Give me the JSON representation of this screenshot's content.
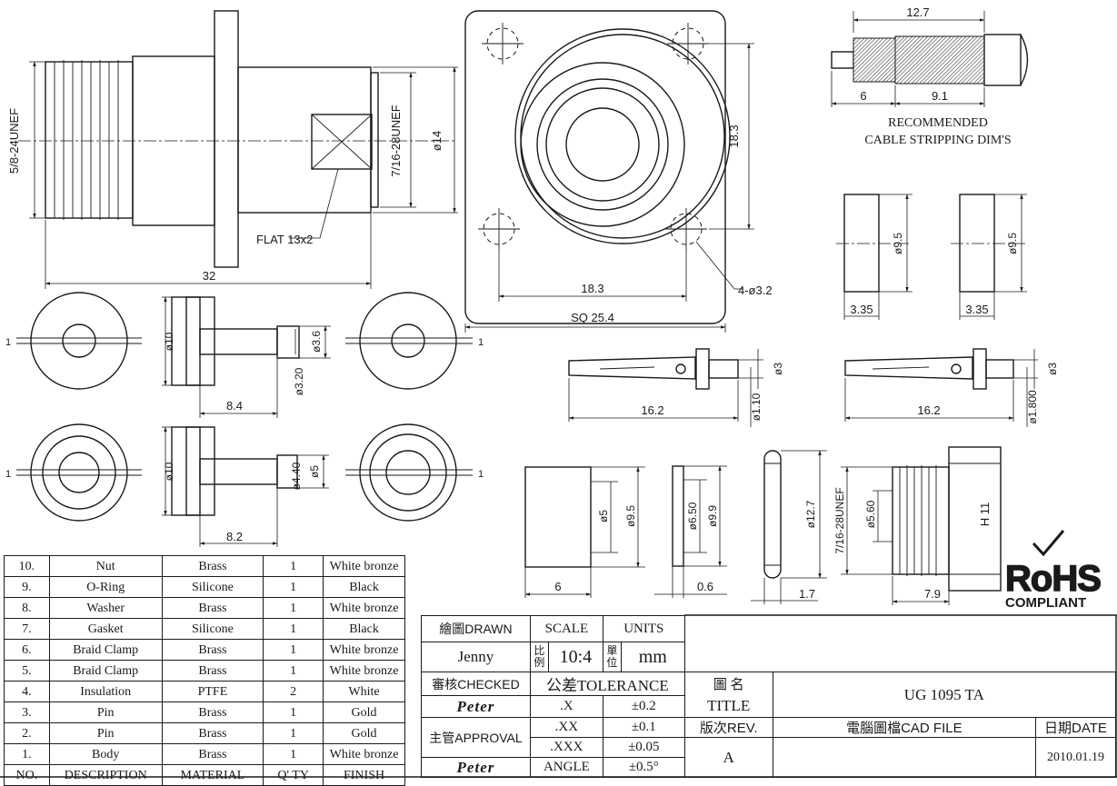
{
  "dims": {
    "thread_outer": "5/8-24UNEF",
    "thread_inner": "7/16-28UNEF",
    "dia14": "ø14",
    "flat": "FLAT 13x2",
    "length": "32",
    "sq183_v": "18.3",
    "sq183_h": "18.3",
    "sq254": "SQ 25.4",
    "holes": "4-ø3.2",
    "strip_total": "12.7",
    "strip_6": "6",
    "strip_91": "9.1",
    "stripping_l1": "RECOMMENDED",
    "stripping_l2": "CABLE STRIPPING DIM'S",
    "ins_d10a": "ø10",
    "ins_d36": "ø3.6",
    "ins_d320": "ø3.20",
    "ins_l84": "8.4",
    "ins_d10b": "ø10",
    "ins_d440": "ø4.40",
    "ins_d5": "ø5",
    "ins_l82": "8.2",
    "one": "1",
    "clamp_a_d": "ø9.5",
    "clamp_a_l": "3.35",
    "clamp_b_d": "ø9.5",
    "clamp_b_l": "3.35",
    "pin_a_d3": "ø3",
    "pin_a_d110": "ø1.10",
    "pin_a_l": "16.2",
    "pin_b_d3": "ø3",
    "pin_b_d1800": "ø1.800",
    "pin_b_l": "16.2",
    "body_d5": "ø5",
    "body_d95": "ø9.5",
    "body_l6": "6",
    "wash_d650": "ø6.50",
    "wash_d99": "ø9.9",
    "wash_l06": "0.6",
    "oring_d127": "ø12.7",
    "oring_l17": "1.7",
    "nut_thread": "7/16-28UNEF",
    "nut_d560": "ø5.60",
    "nut_h": "H 11",
    "nut_l79": "7.9"
  },
  "rohs": {
    "mark": "RoHS",
    "label": "COMPLIANT"
  },
  "bom": {
    "rows": [
      {
        "no": "10.",
        "desc": "Nut",
        "mat": "Brass",
        "qty": "1",
        "fin": "White bronze"
      },
      {
        "no": "9.",
        "desc": "O-Ring",
        "mat": "Silicone",
        "qty": "1",
        "fin": "Black"
      },
      {
        "no": "8.",
        "desc": "Washer",
        "mat": "Brass",
        "qty": "1",
        "fin": "White bronze"
      },
      {
        "no": "7.",
        "desc": "Gasket",
        "mat": "Silicone",
        "qty": "1",
        "fin": "Black"
      },
      {
        "no": "6.",
        "desc": "Braid Clamp",
        "mat": "Brass",
        "qty": "1",
        "fin": "White bronze"
      },
      {
        "no": "5.",
        "desc": "Braid Clamp",
        "mat": "Brass",
        "qty": "1",
        "fin": "White bronze"
      },
      {
        "no": "4.",
        "desc": "Insulation",
        "mat": "PTFE",
        "qty": "2",
        "fin": "White"
      },
      {
        "no": "3.",
        "desc": "Pin",
        "mat": "Brass",
        "qty": "1",
        "fin": "Gold"
      },
      {
        "no": "2.",
        "desc": "Pin",
        "mat": "Brass",
        "qty": "1",
        "fin": "Gold"
      },
      {
        "no": "1.",
        "desc": "Body",
        "mat": "Brass",
        "qty": "1",
        "fin": "White bronze"
      }
    ],
    "header": {
      "no": "NO.",
      "desc": "DESCRIPTION",
      "mat": "MATERIAL",
      "qty": "Q' TY",
      "fin": "FINISH"
    }
  },
  "title_block": {
    "drawn_label": "繪圖DRAWN",
    "drawn_by": "Jenny",
    "checked_label": "審核CHECKED",
    "checked_by": "Peter",
    "approval_label": "主管APPROVAL",
    "approval_by": "Peter",
    "scale_label": "SCALE",
    "scale_cn": "比例",
    "scale_value": "10:4",
    "units_label": "UNITS",
    "units_cn": "單位",
    "units_value": "mm",
    "tolerance_label": "公差TOLERANCE",
    "tol_x": ".X",
    "tol_x_val": "±0.2",
    "tol_xx": ".XX",
    "tol_xx_val": "±0.1",
    "tol_xxx": ".XXX",
    "tol_xxx_val": "±0.05",
    "tol_angle": "ANGLE",
    "tol_angle_val": "±0.5°",
    "title_cn": "圖 名",
    "title_label": "TITLE",
    "title_value": "UG 1095 TA",
    "rev_label": "版次REV.",
    "rev_value": "A",
    "cad_label": "電腦圖檔CAD FILE",
    "date_label": "日期DATE",
    "date_value": "2010.01.19"
  }
}
